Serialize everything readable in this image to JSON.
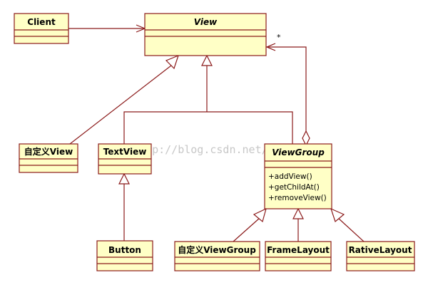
{
  "classes": {
    "client": "Client",
    "view": "View",
    "custom_view": "自定义View",
    "text_view": "TextView",
    "view_group": "ViewGroup",
    "button": "Button",
    "custom_view_group": "自定义ViewGroup",
    "frame_layout": "FrameLayout",
    "rative_layout": "RativeLayout"
  },
  "view_group_methods": [
    "+addView()",
    "+getChildAt()",
    "+removeView()"
  ],
  "multiplicity": "*",
  "watermark": "http://blog.csdn.net/cang..."
}
